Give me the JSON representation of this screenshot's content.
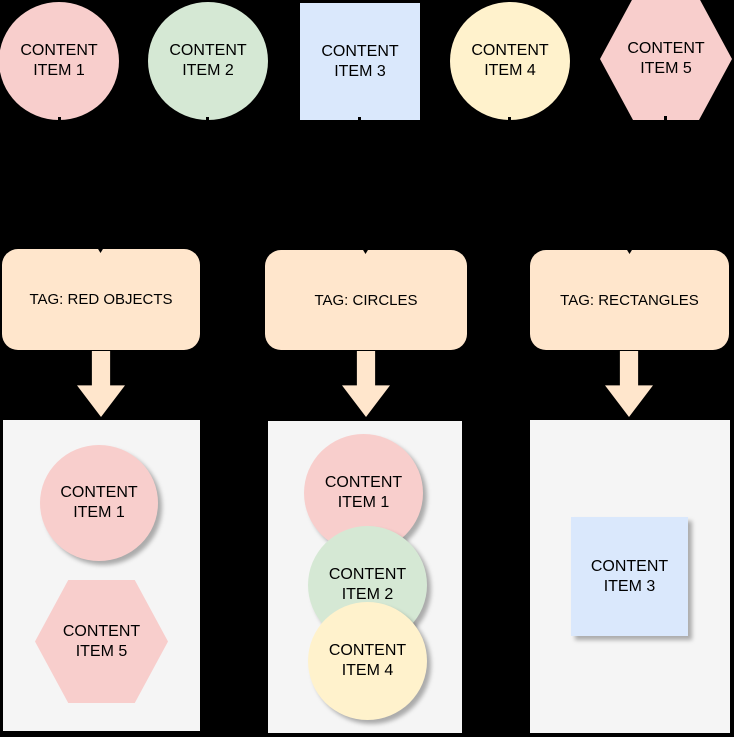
{
  "diagram": {
    "background_color": "#000000",
    "source_items": [
      {
        "label": "CONTENT\nITEM 1",
        "shape": "circle",
        "fill": "#F8CECC"
      },
      {
        "label": "CONTENT\nITEM 2",
        "shape": "circle",
        "fill": "#D5E8D4"
      },
      {
        "label": "CONTENT\nITEM 3",
        "shape": "square",
        "fill": "#DAE8FC"
      },
      {
        "label": "CONTENT\nITEM 4",
        "shape": "circle",
        "fill": "#FFF2CC"
      },
      {
        "label": "CONTENT\nITEM 5",
        "shape": "hexagon",
        "fill": "#F8CECC"
      }
    ],
    "tags": [
      {
        "label": "TAG: RED OBJECTS",
        "fill": "#FFE6CC"
      },
      {
        "label": "TAG: CIRCLES",
        "fill": "#FFE6CC"
      },
      {
        "label": "TAG: RECTANGLES",
        "fill": "#FFE6CC"
      }
    ],
    "arrow_color": "#FFE6CC",
    "groups": [
      {
        "tag_label": "TAG: RED OBJECTS",
        "container_fill": "#F5F5F5",
        "members": [
          {
            "label": "CONTENT\nITEM 1",
            "shape": "circle",
            "fill": "#F8CECC"
          },
          {
            "label": "CONTENT\nITEM 5",
            "shape": "hexagon",
            "fill": "#F8CECC"
          }
        ]
      },
      {
        "tag_label": "TAG: CIRCLES",
        "container_fill": "#F5F5F5",
        "members": [
          {
            "label": "CONTENT\nITEM 1",
            "shape": "circle",
            "fill": "#F8CECC"
          },
          {
            "label": "CONTENT\nITEM 2",
            "shape": "circle",
            "fill": "#D5E8D4"
          },
          {
            "label": "CONTENT\nITEM 4",
            "shape": "circle",
            "fill": "#FFF2CC"
          }
        ]
      },
      {
        "tag_label": "TAG: RECTANGLES",
        "container_fill": "#F5F5F5",
        "members": [
          {
            "label": "CONTENT\nITEM 3",
            "shape": "square",
            "fill": "#DAE8FC"
          }
        ]
      }
    ]
  }
}
